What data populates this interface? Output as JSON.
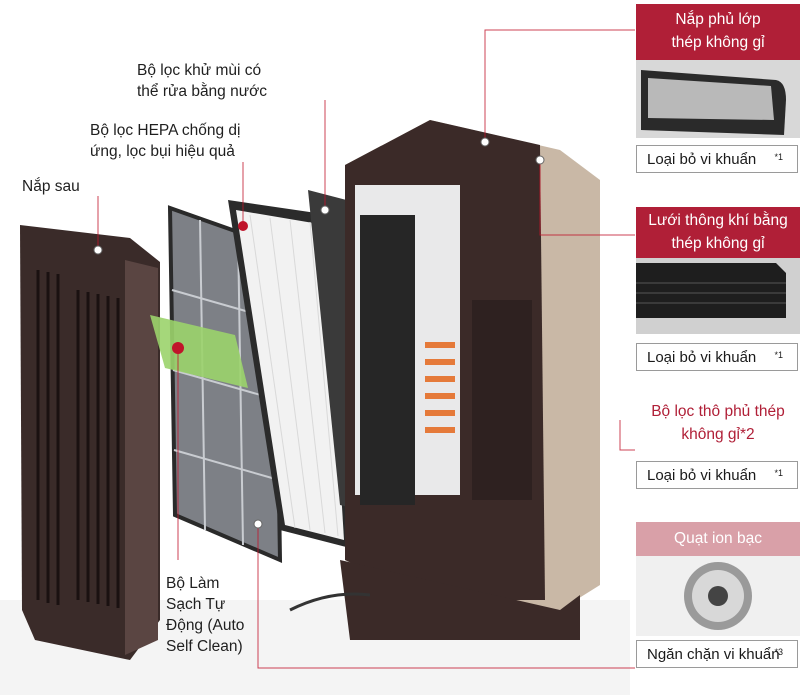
{
  "labels": {
    "washable_filter": [
      "Bộ lọc khử mùi có",
      "thể rửa bằng nước"
    ],
    "hepa_filter": [
      "Bộ lọc HEPA chống dị",
      "ứng, lọc bụi hiệu quả"
    ],
    "back_cover": "Nắp sau",
    "auto_clean": [
      "Bộ Làm",
      "Sạch Tự",
      "Động (Auto",
      "Self Clean)"
    ]
  },
  "callouts": [
    {
      "title": [
        "Nắp phủ lớp",
        "thép không gỉ"
      ],
      "note": "Loại bỏ vi khuẩn",
      "mark": "*1"
    },
    {
      "title": [
        "Lưới thông khí bằng",
        "thép không gỉ"
      ],
      "note": "Loại bỏ vi khuẩn",
      "mark": "*1"
    },
    {
      "title": [
        "Bộ lọc thô phủ thép",
        "không gỉ*2"
      ],
      "note": "Loại bỏ vi khuẩn",
      "mark": "*1"
    },
    {
      "title": [
        "Quạt ion bạc"
      ],
      "note": "Ngăn chặn vi khuẩn",
      "mark": "*3"
    }
  ],
  "colors": {
    "accent": "#b01f37",
    "accent_light": "#f4d6d8",
    "body_dark": "#3b2a28",
    "body_champagne": "#c9b8a6",
    "green_module": "#9bd36b"
  }
}
